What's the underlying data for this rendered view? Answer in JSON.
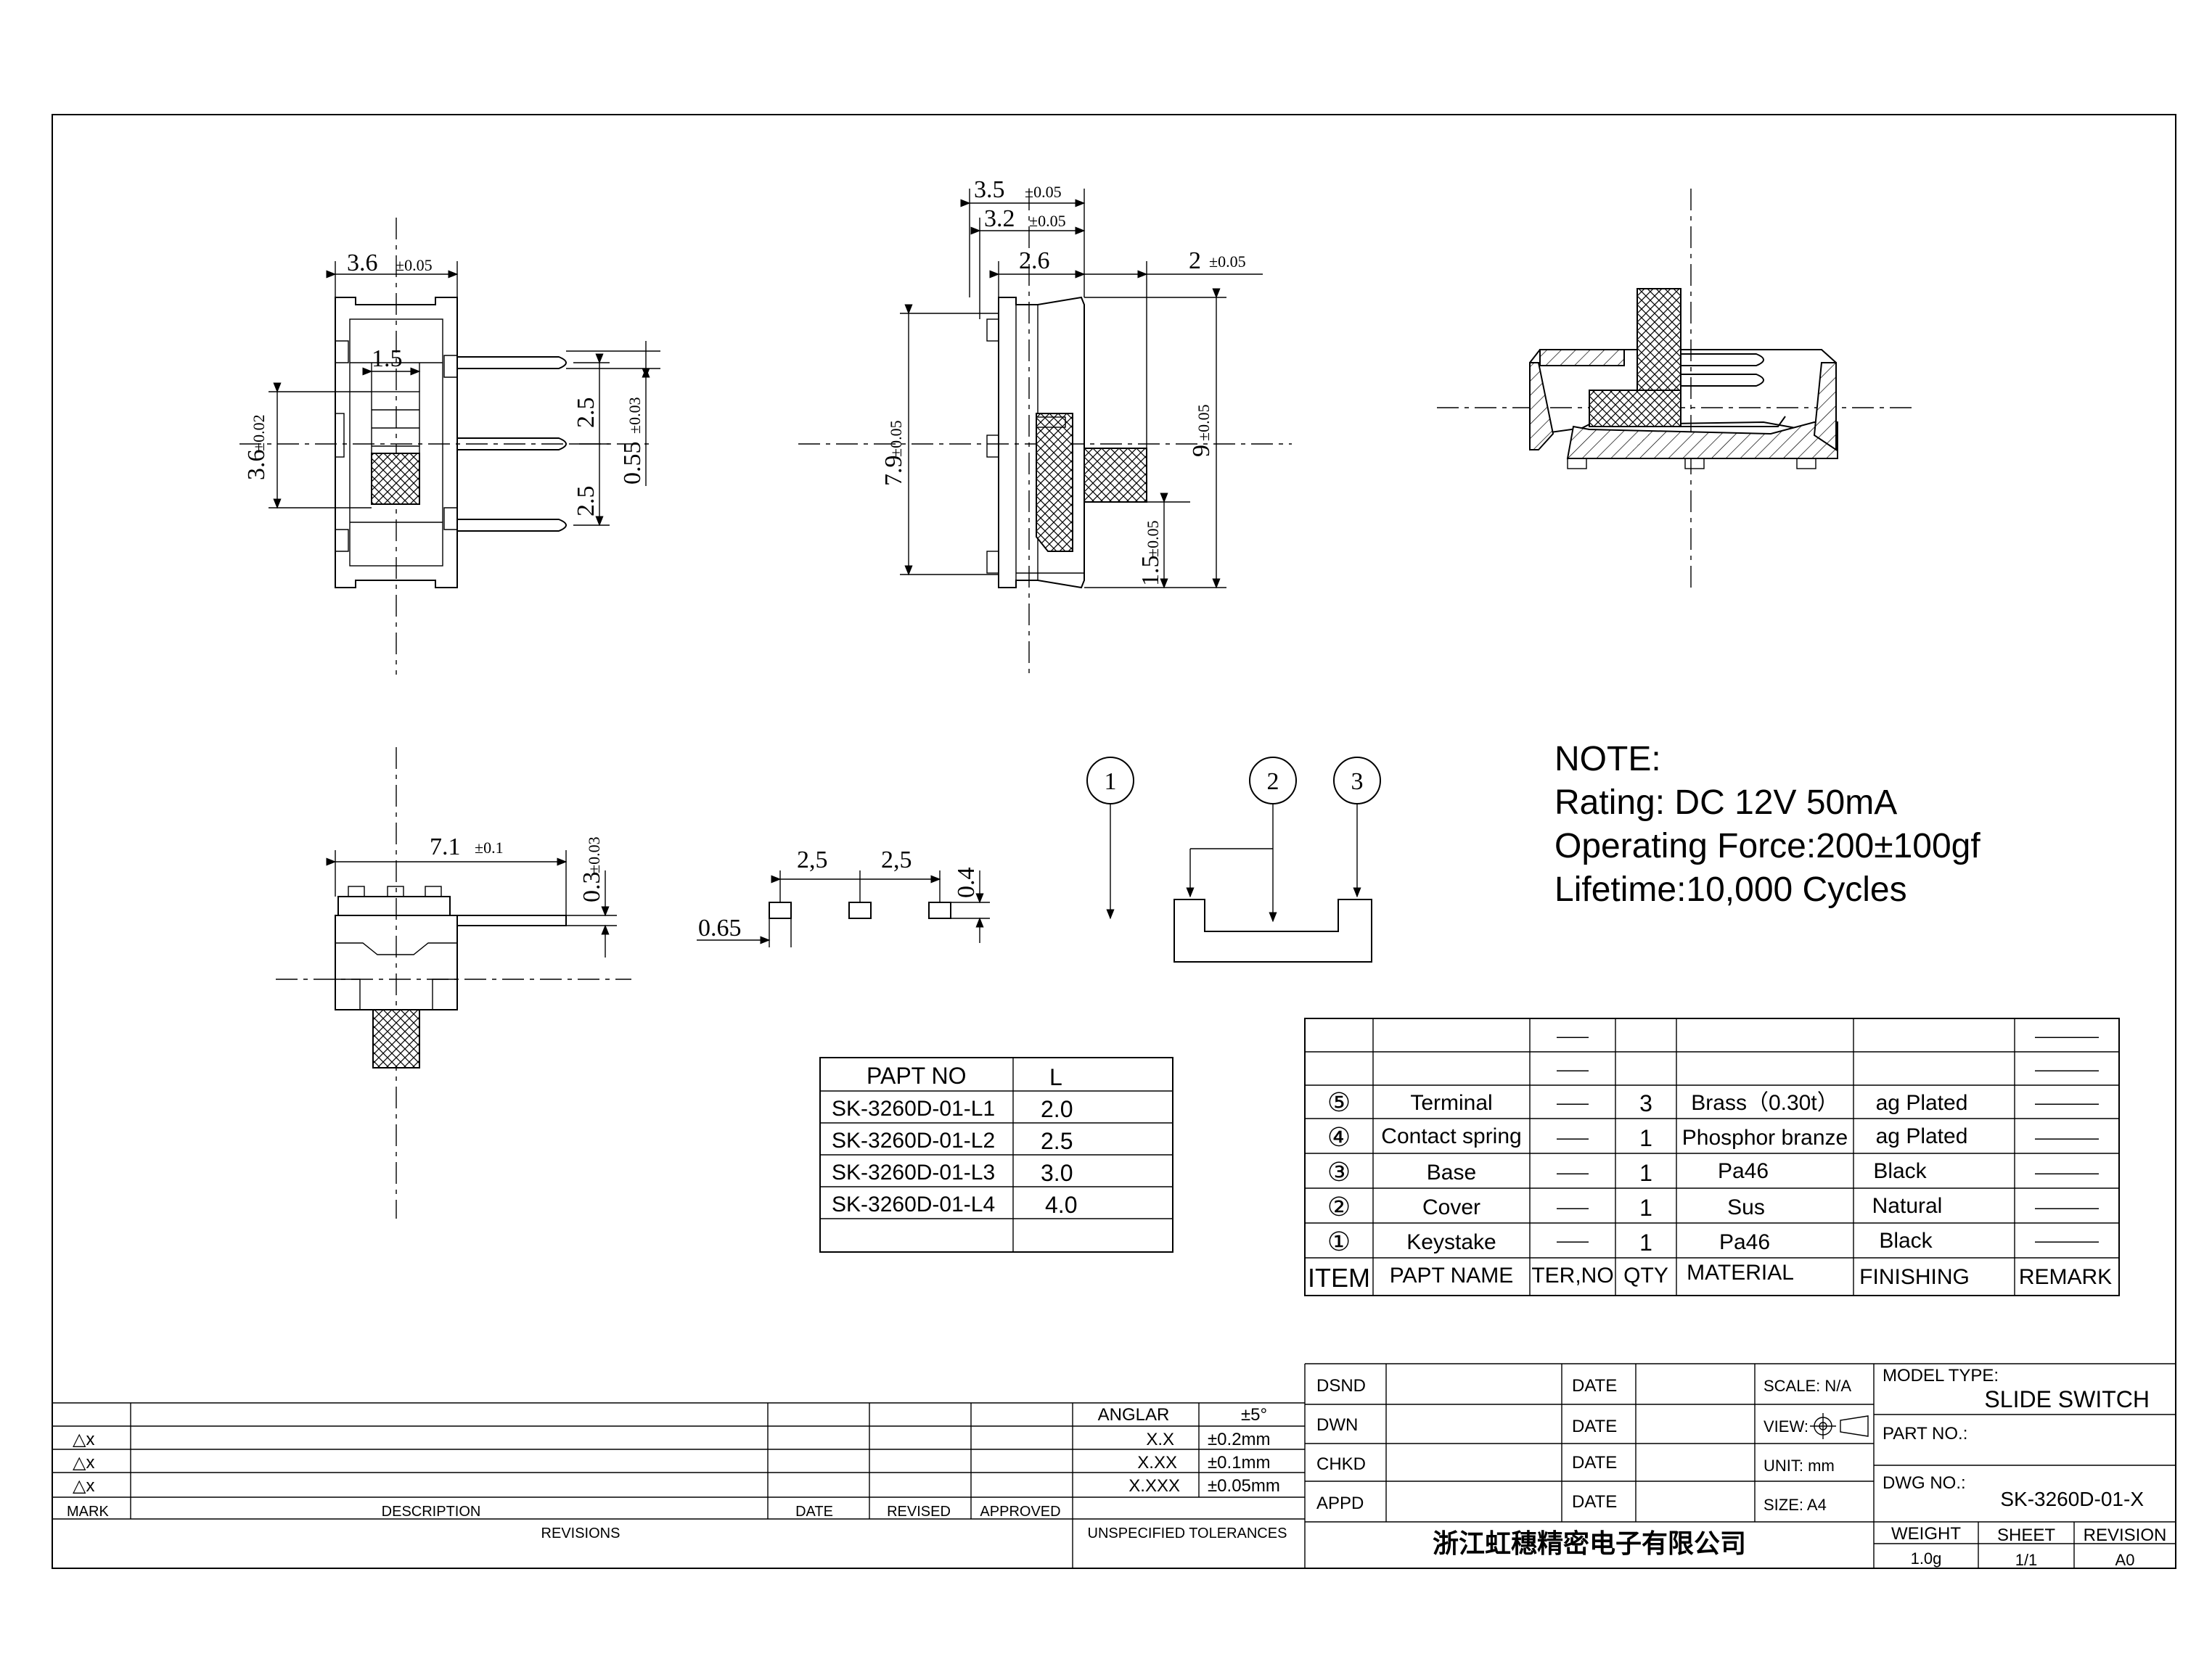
{
  "dimensions": {
    "top_view": {
      "width": "3.6",
      "width_tol": "±0.05",
      "actuator_width": "1.5",
      "height": "3.6",
      "height_tol": "±0.02",
      "pitch_upper": "2.5",
      "pitch_lower": "2.5",
      "pin_width": "0.55",
      "pin_width_tol": "±0.03"
    },
    "side_view": {
      "overall_depth": "3.5",
      "overall_depth_tol": "±0.05",
      "body_depth": "3.2",
      "body_depth_tol": "±0.05",
      "cover_depth": "2.6",
      "actuator_length": "2",
      "actuator_length_tol": "±0.05",
      "body_length": "7.9",
      "body_length_tol": "±0.05",
      "overall_length": "9",
      "overall_length_tol": "±0.05",
      "actuator_width": "1.5",
      "actuator_width_tol": "±0.05"
    },
    "front_view": {
      "length": "7.1",
      "length_tol": "±0.1",
      "pin_thickness": "0.3",
      "pin_thickness_tol": "±0.03"
    },
    "footprint": {
      "pitch_1": "2,5",
      "pitch_2": "2,5",
      "pad_height": "0.4",
      "pad_width": "0.65"
    }
  },
  "balloons": [
    "1",
    "2",
    "3"
  ],
  "note": {
    "heading": "NOTE:",
    "lines": [
      "Rating: DC 12V  50mA",
      "Operating Force:200±100gf",
      "Lifetime:10,000 Cycles"
    ]
  },
  "part_table": {
    "headers": [
      "PAPT NO",
      "L"
    ],
    "rows": [
      [
        "SK-3260D-01-L1",
        "2.0"
      ],
      [
        "SK-3260D-01-L2",
        "2.5"
      ],
      [
        "SK-3260D-01-L3",
        "3.0"
      ],
      [
        "SK-3260D-01-L4",
        "4.0"
      ],
      [
        "",
        ""
      ]
    ]
  },
  "bom": {
    "headers": [
      "ITEM",
      "PAPT NAME",
      "TER,NO",
      "QTY",
      "MATERIAL",
      "FINISHING",
      "REMARK"
    ],
    "rows": [
      [
        "",
        "",
        "——",
        "",
        "",
        "",
        "————"
      ],
      [
        "",
        "",
        "——",
        "",
        "",
        "",
        "————"
      ],
      [
        "⑤",
        "Terminal",
        "——",
        "3",
        "Brass（0.30t）",
        "ag Plated",
        "————"
      ],
      [
        "④",
        "Contact spring",
        "——",
        "1",
        "Phosphor branze",
        "ag Plated",
        "————"
      ],
      [
        "③",
        "Base",
        "——",
        "1",
        "Pa46",
        "Black",
        "————"
      ],
      [
        "②",
        "Cover",
        "——",
        "1",
        "Sus",
        "Natural",
        "————"
      ],
      [
        "①",
        "Keystake",
        "——",
        "1",
        "Pa46",
        "Black",
        "————"
      ]
    ]
  },
  "revisions": {
    "marks": [
      "△x",
      "△x",
      "△x"
    ],
    "headers": [
      "MARK",
      "DESCRIPTION",
      "DATE",
      "REVISED",
      "APPROVED"
    ],
    "footer": "REVISIONS"
  },
  "tolerances": {
    "rows": [
      [
        "ANGLAR",
        "±5°"
      ],
      [
        "X.X",
        "±0.2mm"
      ],
      [
        "X.XX",
        "±0.1mm"
      ],
      [
        "X.XXX",
        "±0.05mm"
      ]
    ],
    "footer": "UNSPECIFIED TOLERANCES"
  },
  "title_block": {
    "sign_rows": [
      [
        "DSND",
        "DATE"
      ],
      [
        "DWN",
        "DATE"
      ],
      [
        "CHKD",
        "DATE"
      ],
      [
        "APPD",
        "DATE"
      ]
    ],
    "scale": "SCALE: N/A",
    "view": "VIEW:",
    "unit": "UNIT: mm",
    "size": "SIZE: A4",
    "model_type_label": "MODEL TYPE:",
    "model_type": "SLIDE SWITCH",
    "part_no_label": "PART NO.:",
    "dwg_no_label": "DWG NO.:",
    "dwg_no": "SK-3260D-01-X",
    "company": "浙江虹穗精密电子有限公司",
    "weight_label": "WEIGHT",
    "weight": "1.0g",
    "sheet_label": "SHEET",
    "sheet": "1/1",
    "revision_label": "REVISION",
    "revision": "A0"
  }
}
